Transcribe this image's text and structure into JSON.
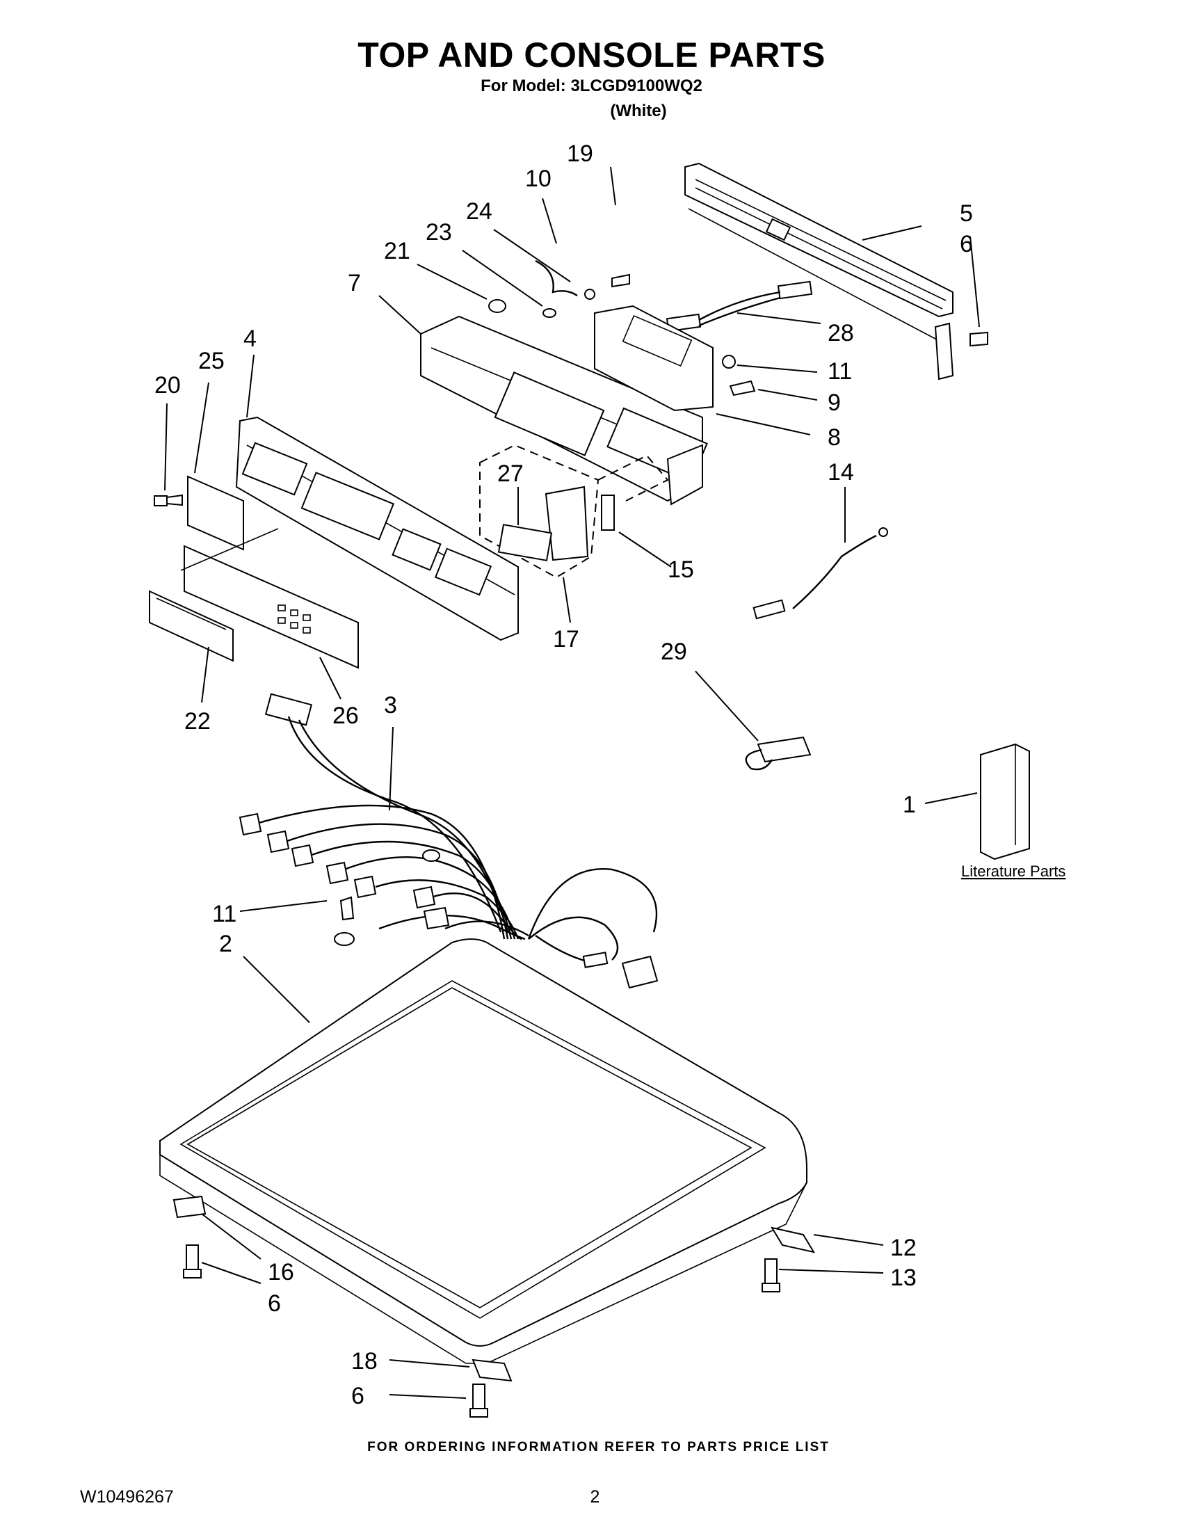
{
  "header": {
    "title": "TOP AND CONSOLE PARTS",
    "model_line": "For Model: 3LCGD9100WQ2",
    "color_line": "(White)"
  },
  "callouts": [
    {
      "id": "c19",
      "label": "19"
    },
    {
      "id": "c10",
      "label": "10"
    },
    {
      "id": "c24",
      "label": "24"
    },
    {
      "id": "c23",
      "label": "23"
    },
    {
      "id": "c21",
      "label": "21"
    },
    {
      "id": "c7",
      "label": "7"
    },
    {
      "id": "c5",
      "label": "5"
    },
    {
      "id": "c6a",
      "label": "6"
    },
    {
      "id": "c28",
      "label": "28"
    },
    {
      "id": "c11a",
      "label": "11"
    },
    {
      "id": "c9",
      "label": "9"
    },
    {
      "id": "c8",
      "label": "8"
    },
    {
      "id": "c14",
      "label": "14"
    },
    {
      "id": "c4",
      "label": "4"
    },
    {
      "id": "c25",
      "label": "25"
    },
    {
      "id": "c20",
      "label": "20"
    },
    {
      "id": "c27",
      "label": "27"
    },
    {
      "id": "c15",
      "label": "15"
    },
    {
      "id": "c17",
      "label": "17"
    },
    {
      "id": "c29",
      "label": "29"
    },
    {
      "id": "c22",
      "label": "22"
    },
    {
      "id": "c26",
      "label": "26"
    },
    {
      "id": "c3",
      "label": "3"
    },
    {
      "id": "c1",
      "label": "1"
    },
    {
      "id": "c11b",
      "label": "11"
    },
    {
      "id": "c2",
      "label": "2"
    },
    {
      "id": "c12",
      "label": "12"
    },
    {
      "id": "c13",
      "label": "13"
    },
    {
      "id": "c16",
      "label": "16"
    },
    {
      "id": "c6b",
      "label": "6"
    },
    {
      "id": "c18",
      "label": "18"
    },
    {
      "id": "c6c",
      "label": "6"
    }
  ],
  "literature_label": "Literature Parts",
  "footer": {
    "ordering_note": "FOR ORDERING INFORMATION REFER TO PARTS PRICE LIST",
    "doc_number": "W10496267",
    "page_number": "2"
  }
}
